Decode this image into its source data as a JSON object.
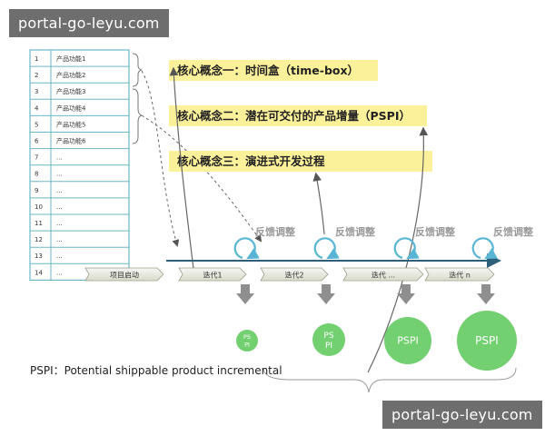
{
  "watermark_top": "portal-go-leyu.com",
  "watermark_bottom": "portal-go-leyu.com",
  "backlog": {
    "rows": [
      {
        "num": "1",
        "text": "产品功能1"
      },
      {
        "num": "2",
        "text": "产品功能2"
      },
      {
        "num": "3",
        "text": "产品功能3"
      },
      {
        "num": "4",
        "text": "产品功能4"
      },
      {
        "num": "5",
        "text": "产品功能5"
      },
      {
        "num": "6",
        "text": "产品功能6"
      },
      {
        "num": "7",
        "text": "..."
      },
      {
        "num": "8",
        "text": "..."
      },
      {
        "num": "9",
        "text": "..."
      },
      {
        "num": "10",
        "text": "..."
      },
      {
        "num": "11",
        "text": "..."
      },
      {
        "num": "12",
        "text": "..."
      },
      {
        "num": "13",
        "text": "..."
      },
      {
        "num": "14",
        "text": "..."
      }
    ]
  },
  "concepts": [
    "核心概念一：时间盒（time-box）",
    "核心概念二：潜在可交付的产品增量（PSPI）",
    "核心概念三：演进式开发过程"
  ],
  "feedback_label": "反馈调整",
  "phases": [
    "项目启动",
    "迭代1",
    "迭代2",
    "迭代 ...",
    "迭代 n"
  ],
  "pspi": [
    "PS PI",
    "PS PI",
    "PSPI",
    "PSPI"
  ],
  "pspi_caption": "PSPI：Potential shippable product incremental",
  "colors": {
    "table_border": "#6bb7c8",
    "concept_bg": "#fbf19a",
    "pspi_fill": "#72d070",
    "arrow_gray": "#8f8f8f",
    "timeline": "#2d5f7a",
    "cycle": "#58b6d4"
  }
}
